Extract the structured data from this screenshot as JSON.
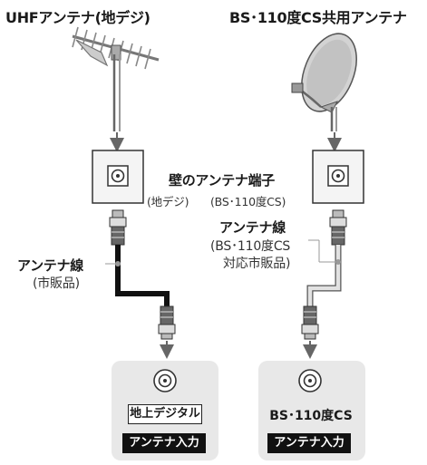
{
  "left": {
    "title": "UHFアンテナ(地デジ)",
    "wall_note": "(地デジ)",
    "cable_label": "アンテナ線",
    "cable_note": "(市販品)",
    "input_name": "地上デジタル",
    "input_label": "アンテナ入力"
  },
  "right": {
    "title": "BS･110度CS共用アンテナ",
    "wall_note": "(BS･110度CS)",
    "cable_label": "アンテナ線",
    "cable_note_1": "(BS･110度CS",
    "cable_note_2": "対応市販品)",
    "input_name": "BS･110度CS",
    "input_label": "アンテナ入力"
  },
  "center": {
    "wall_terminal": "壁のアンテナ端子"
  },
  "colors": {
    "cable_left": "#111111",
    "cable_right": "#d9d9d9",
    "arrow": "#666666",
    "card_bg": "#e8e8e8"
  }
}
